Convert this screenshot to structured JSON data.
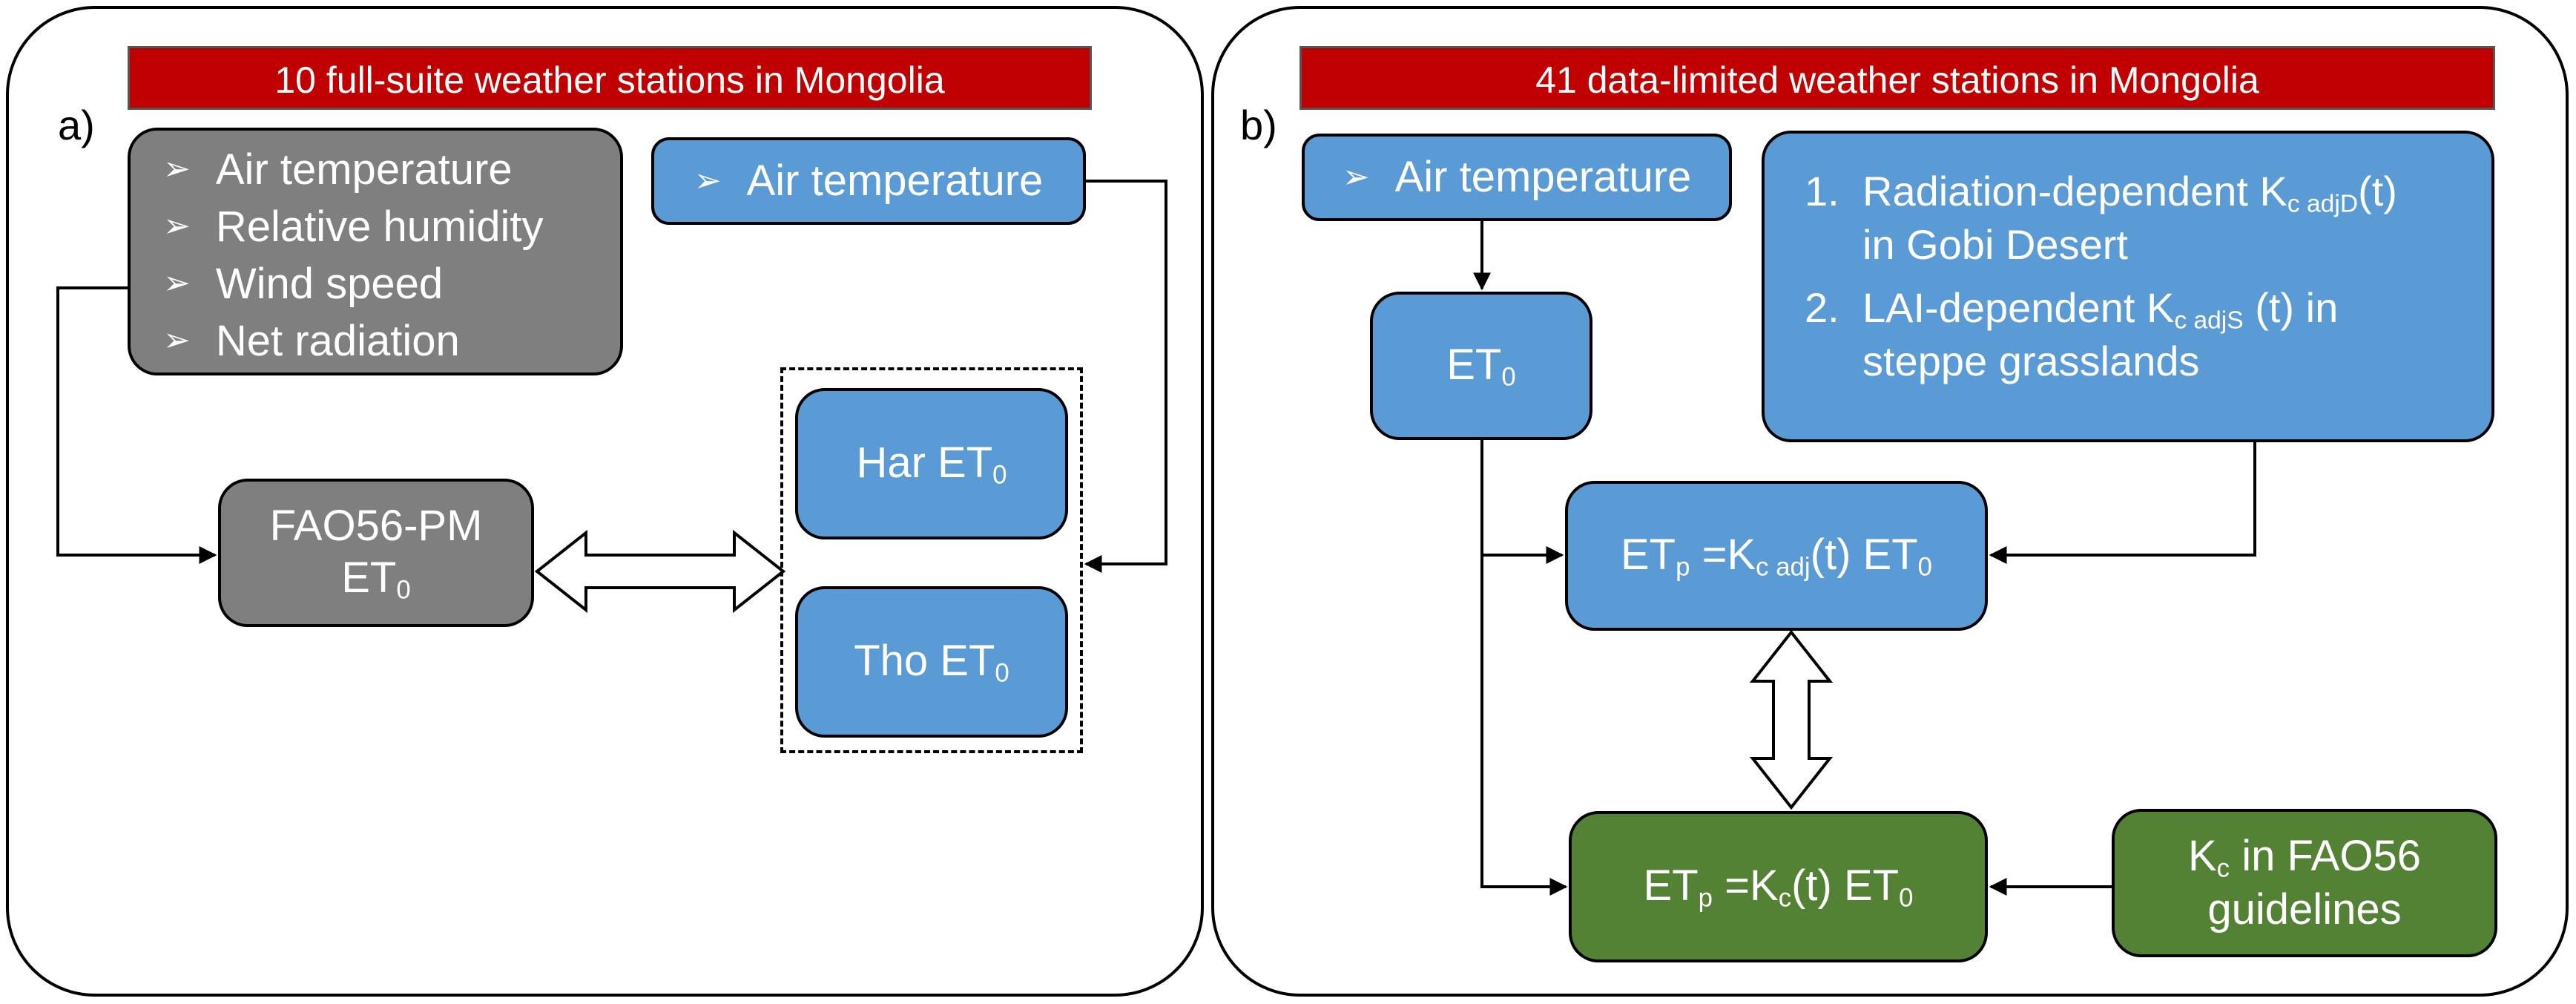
{
  "panel_a": {
    "label": "a)",
    "banner": "10 full-suite weather stations in Mongolia",
    "inputs": [
      "Air temperature",
      "Relative humidity",
      "Wind speed",
      "Net radiation"
    ],
    "air_temp": "Air temperature",
    "fao_line1": "FAO56-PM",
    "fao_line2": "ET",
    "fao_sub": "0",
    "har": "Har ET",
    "har_sub": "0",
    "tho": "Tho ET",
    "tho_sub": "0"
  },
  "panel_b": {
    "label": "b)",
    "banner": "41 data-limited weather stations in Mongolia",
    "air_temp": "Air temperature",
    "et0": "ET",
    "et0_sub": "0",
    "list": {
      "item1_num": "1.",
      "item1_a": "Radiation-dependent K",
      "item1_sub": "c adjD",
      "item1_b": "(t)",
      "item1_line2": "in Gobi Desert",
      "item2_num": "2.",
      "item2_a": "LAI-dependent K",
      "item2_sub": "c adjS",
      "item2_b": " (t) in",
      "item2_line2": "steppe grasslands"
    },
    "etp_adj": {
      "a": "ET",
      "a_sub": "p",
      "b": " =K",
      "b_sub": "c adj",
      "c": "(t) ET",
      "c_sub": "0"
    },
    "etp_fao": {
      "a": "ET",
      "a_sub": "p",
      "b": " =K",
      "b_sub": "c",
      "c": "(t) ET",
      "c_sub": "0"
    },
    "kc_box": {
      "a": "K",
      "a_sub": "c",
      "b": " in FAO56",
      "line2": "guidelines"
    }
  },
  "colors": {
    "banner": "#c00000",
    "blue_box": "#5b9bd5",
    "gray_box": "#7f7f7f",
    "green_box": "#548235"
  }
}
